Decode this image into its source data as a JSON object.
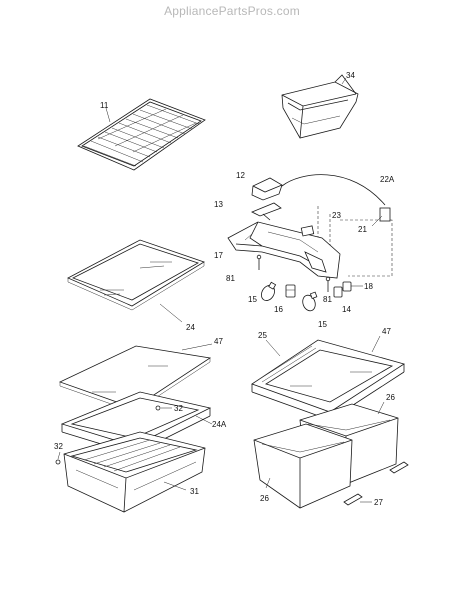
{
  "watermark": "AppliancePartsPros.com",
  "labels": {
    "p11": "11",
    "p34": "34",
    "p12": "12",
    "p22a": "22A",
    "p13": "13",
    "p23": "23",
    "p21": "21",
    "p17": "17",
    "p81a": "81",
    "p81b": "81",
    "p18": "18",
    "p15a": "15",
    "p16": "16",
    "p14": "14",
    "p15b": "15",
    "p24": "24",
    "p47a": "47",
    "p25": "25",
    "p47b": "47",
    "p32a": "32",
    "p24a": "24A",
    "p26a": "26",
    "p32b": "32",
    "p31": "31",
    "p26b": "26",
    "p27": "27"
  }
}
